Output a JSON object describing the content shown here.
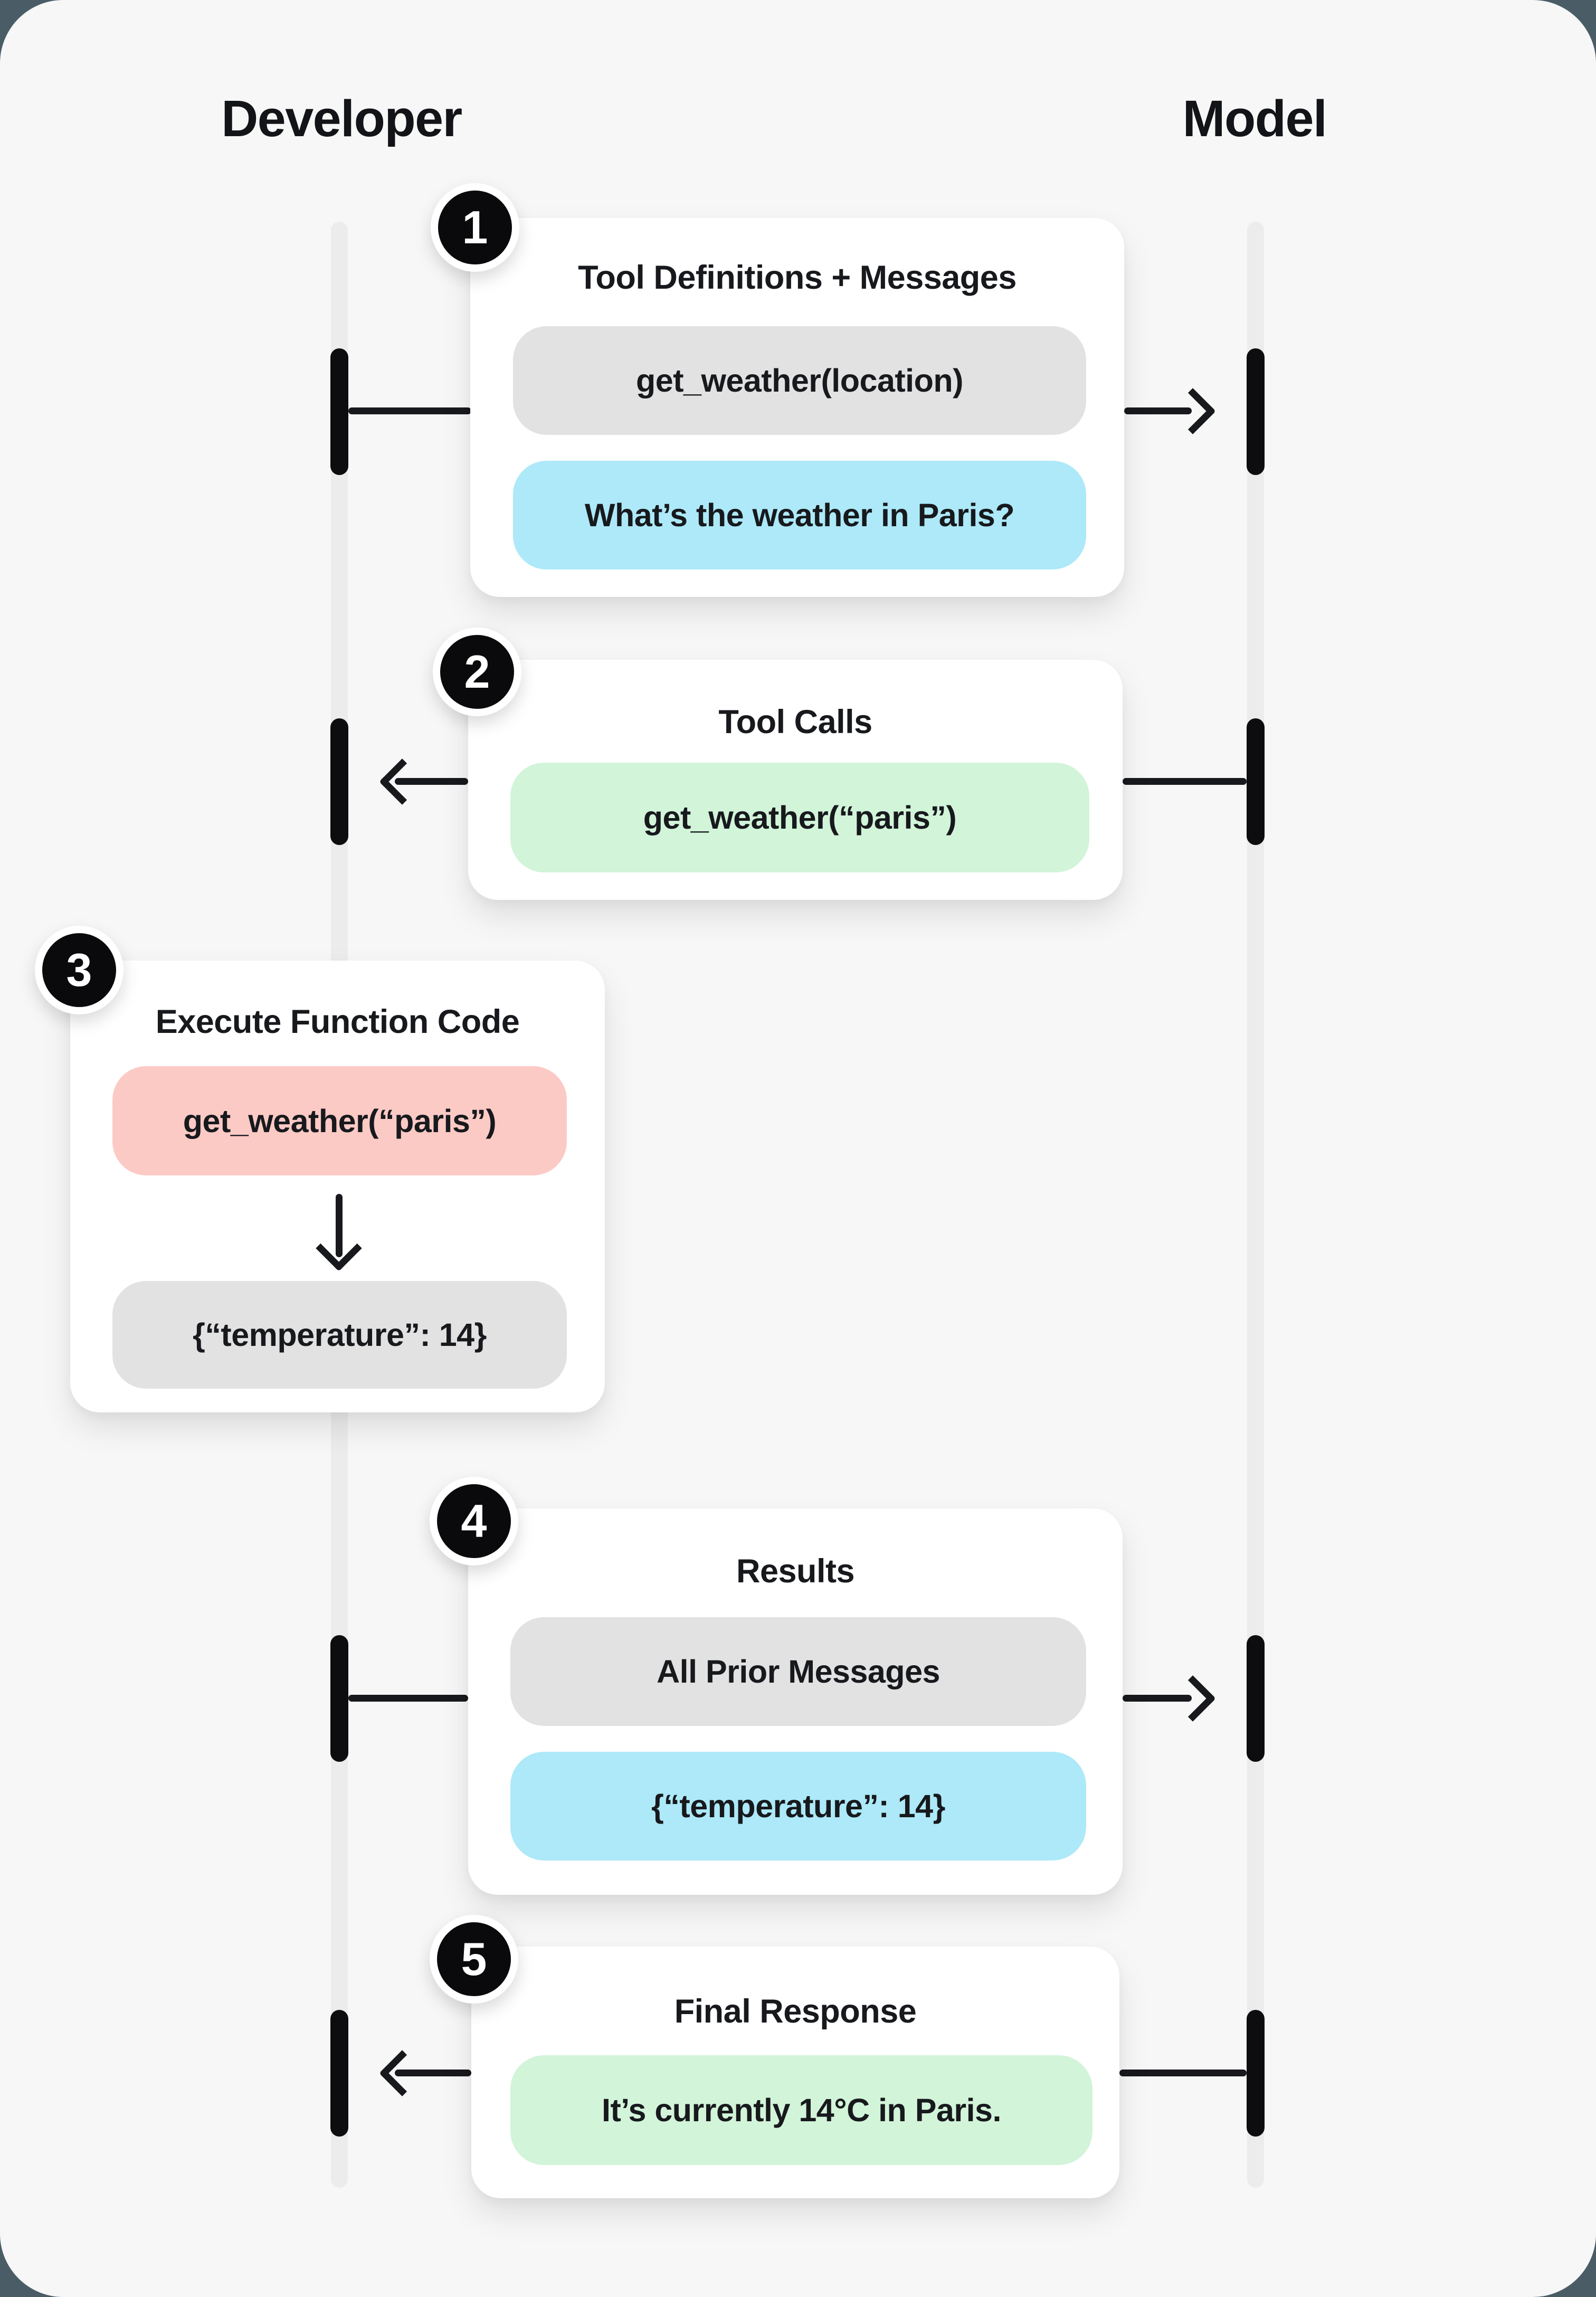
{
  "diagram": {
    "title_implicit": "Function calling sequence",
    "actors": [
      {
        "id": "developer",
        "label": "Developer"
      },
      {
        "id": "model",
        "label": "Model"
      }
    ],
    "steps": [
      {
        "number": "1",
        "title": "Tool Definitions + Messages",
        "direction": "developer_to_model",
        "pills": [
          {
            "text": "get_weather(location)",
            "color": "gray"
          },
          {
            "text": "What’s the weather in Paris?",
            "color": "blue"
          }
        ]
      },
      {
        "number": "2",
        "title": "Tool Calls",
        "direction": "model_to_developer",
        "pills": [
          {
            "text": "get_weather(“paris”)",
            "color": "green"
          }
        ]
      },
      {
        "number": "3",
        "title": "Execute Function Code",
        "direction": "developer_local",
        "pills": [
          {
            "text": "get_weather(“paris”)",
            "color": "pink"
          },
          {
            "text": "{“temperature”: 14}",
            "color": "gray"
          }
        ]
      },
      {
        "number": "4",
        "title": "Results",
        "direction": "developer_to_model",
        "pills": [
          {
            "text": "All Prior Messages",
            "color": "gray"
          },
          {
            "text": "{“temperature”: 14}",
            "color": "blue"
          }
        ]
      },
      {
        "number": "5",
        "title": "Final Response",
        "direction": "model_to_developer",
        "pills": [
          {
            "text": "It’s currently 14°C in Paris.",
            "color": "green"
          }
        ]
      }
    ],
    "colors": {
      "background": "#4a5d66",
      "panel": "#f7f7f8",
      "card": "#ffffff",
      "lifeline": "#ececec",
      "activation_bar": "#0d0d0f",
      "arrow": "#17191d",
      "badge": "#0a0a0c",
      "pill_gray": "#e2e2e2",
      "pill_blue": "#ade9f8",
      "pill_green": "#d2f4d9",
      "pill_pink": "#fccac5",
      "text": "#17191d"
    }
  }
}
